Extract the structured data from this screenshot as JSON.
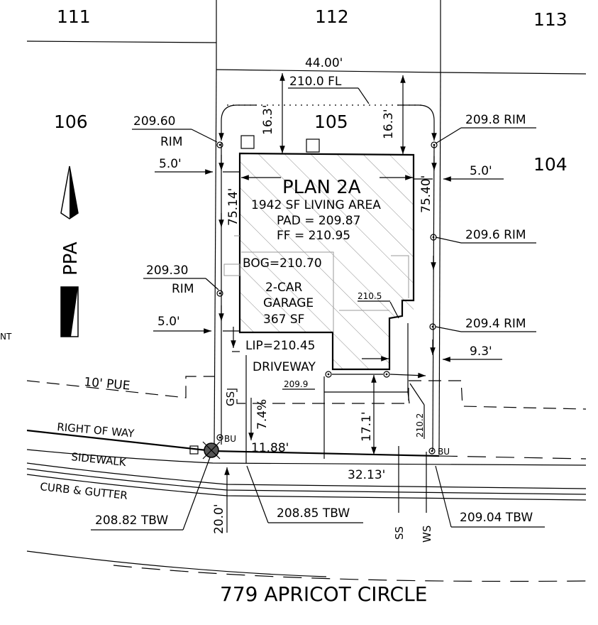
{
  "lots": {
    "lot_111": "111",
    "lot_112": "112",
    "lot_113": "113",
    "lot_106": "106",
    "lot_105": "105",
    "lot_104": "104"
  },
  "house": {
    "plan": "PLAN 2A",
    "living_area": "1942 SF LIVING AREA",
    "pad": "PAD = 209.87",
    "ff": "FF = 210.95",
    "bog": "BOG=210.70",
    "garage_line1": "2-CAR",
    "garage_line2": "GARAGE",
    "garage_area": "367 SF",
    "lip": "LIP=210.45",
    "driveway": "DRIVEWAY"
  },
  "dimensions": {
    "rear_width": "44.00'",
    "rear_fl": "210.0 FL",
    "rear_setback_left": "16.3'",
    "rear_setback_right": "16.3'",
    "side_left_upper": "5.0'",
    "side_right_upper": "5.0'",
    "side_left_lower": "5.0'",
    "side_right_lower": "9.3'",
    "depth_left": "75.14'",
    "depth_right": "75.40'",
    "front_frontage": "11.88'",
    "front_width": "32.13'",
    "driveway_depth": "17.1'",
    "front_setback": "20.0'",
    "slope": "7.4%",
    "elev_210_5": "210.5",
    "elev_209_9": "209.9",
    "elev_210_2": "210.2"
  },
  "elevations": {
    "rim_left_top_value": "209.60",
    "rim_left_top_label": "RIM",
    "rim_left_mid_value": "209.30",
    "rim_left_mid_label": "RIM",
    "rim_right_top": "209.8 RIM",
    "rim_right_mid": "209.6 RIM",
    "rim_right_low": "209.4 RIM",
    "tbw_left": "208.82 TBW",
    "tbw_center": "208.85 TBW",
    "tbw_right": "209.04 TBW"
  },
  "site": {
    "pue": "10' PUE",
    "right_of_way": "RIGHT OF WAY",
    "sidewalk": "SIDEWALK",
    "curb_gutter": "CURB & GUTTER",
    "bu_left": "BU",
    "bu_right": "BU",
    "gs": "GS",
    "ss": "SS",
    "ws": "WS",
    "edge_text": "NT",
    "street": "779 APRICOT CIRCLE"
  },
  "north_arrow": {
    "label": "PPA"
  }
}
